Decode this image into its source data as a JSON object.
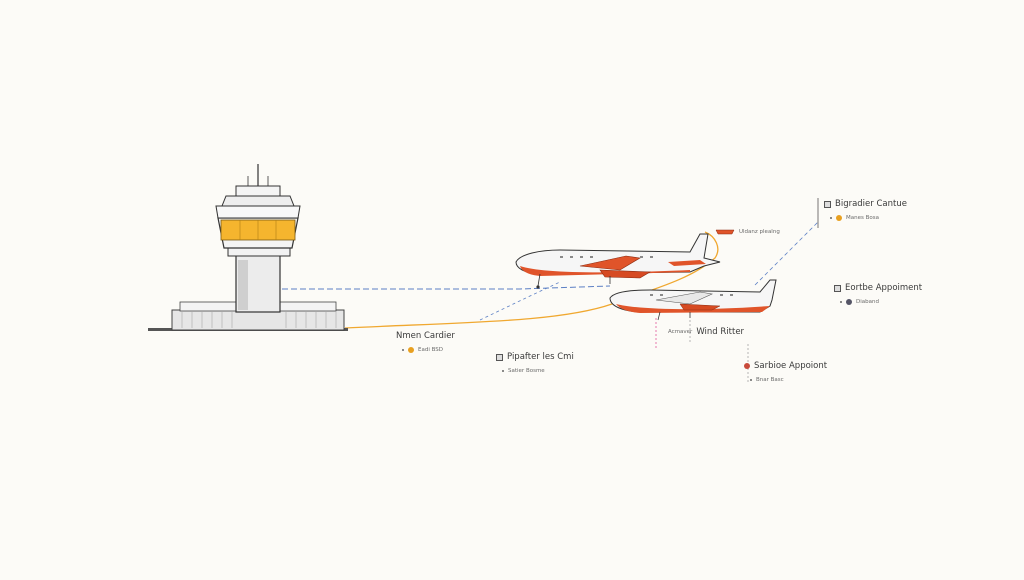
{
  "colors": {
    "background": "#fcfbf7",
    "tower_glass": "#f5b52e",
    "plane_accent": "#e0542a",
    "link_orange": "#f0a830",
    "link_blue": "#5b7fc4"
  },
  "labels": {
    "tower_link": {
      "title": "Nmen Cardier",
      "sub": "Eadi BSD"
    },
    "pipeline": {
      "title": "Pipafter les Cmi",
      "sub": "Satier Bosme"
    },
    "top_right": {
      "title": "Bigradier Cantue",
      "sub": "Manes Bosa"
    },
    "small_top": {
      "title": "Uldanz plealng"
    },
    "mid_right": {
      "title": "Eortbe Appoiment",
      "sub": "Diaband"
    },
    "wind": {
      "title": "Wind Ritter",
      "sub": "Acmaver"
    },
    "service": {
      "title": "Sarbioe Appoiont",
      "sub": "Bnar Basc"
    }
  },
  "icons": {
    "tower": "control-tower-icon",
    "plane_upper": "airplane-icon",
    "plane_lower": "airplane-icon"
  }
}
